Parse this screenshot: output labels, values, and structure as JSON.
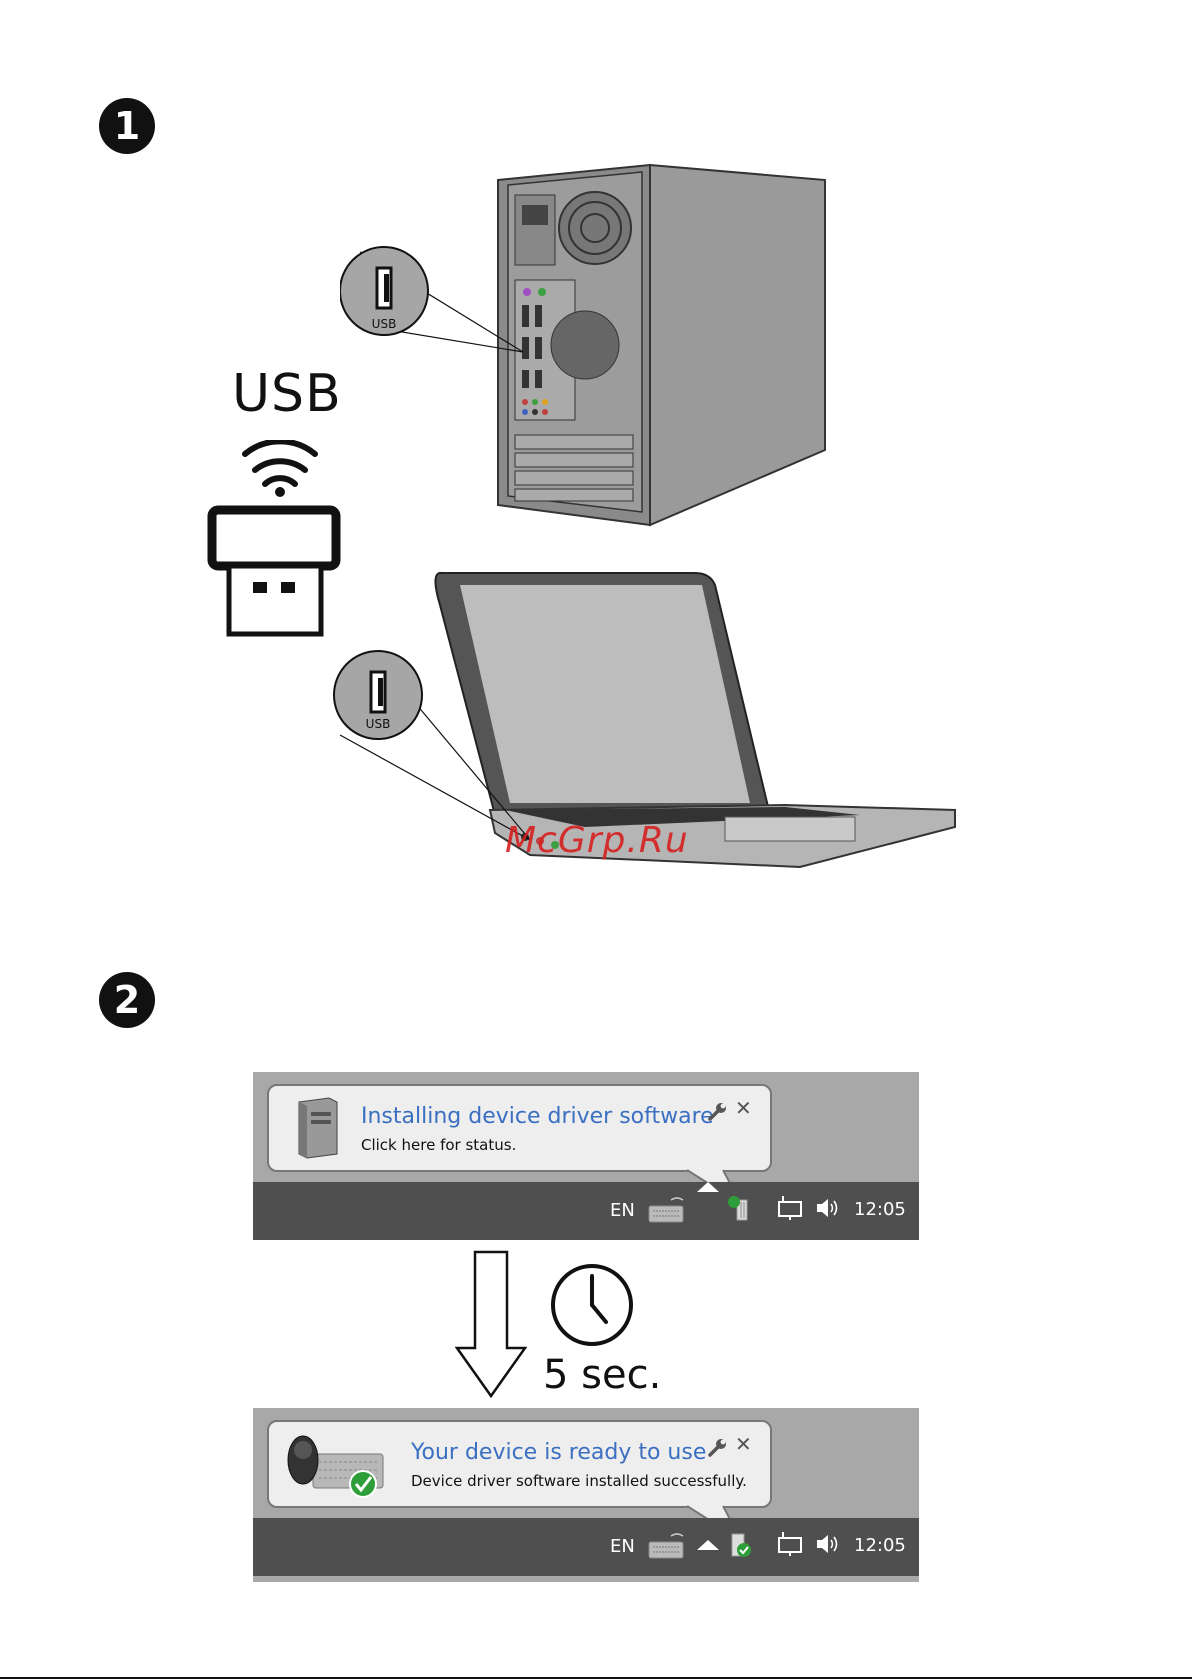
{
  "steps": {
    "one": "1",
    "two": "2"
  },
  "usb_dongle": {
    "label": "USB"
  },
  "desktop_port": {
    "label": "USB"
  },
  "laptop_port": {
    "label": "USB"
  },
  "watermark": "McGrp.Ru",
  "wait": {
    "text": "5 sec."
  },
  "notification_installing": {
    "title": "Installing device driver software",
    "subtitle": "Click here for status.",
    "lang": "EN",
    "time": "12:05"
  },
  "notification_ready": {
    "title": "Your device is ready to use",
    "subtitle": "Device driver software installed successfully.",
    "lang": "EN",
    "time": "12:05"
  },
  "colors": {
    "title_blue": "#3a6fc2",
    "taskbar": "#4f4f4f",
    "tray_panel": "#a8a8a8",
    "success_green": "#2e9e3a",
    "watermark_red": "#d62020"
  }
}
